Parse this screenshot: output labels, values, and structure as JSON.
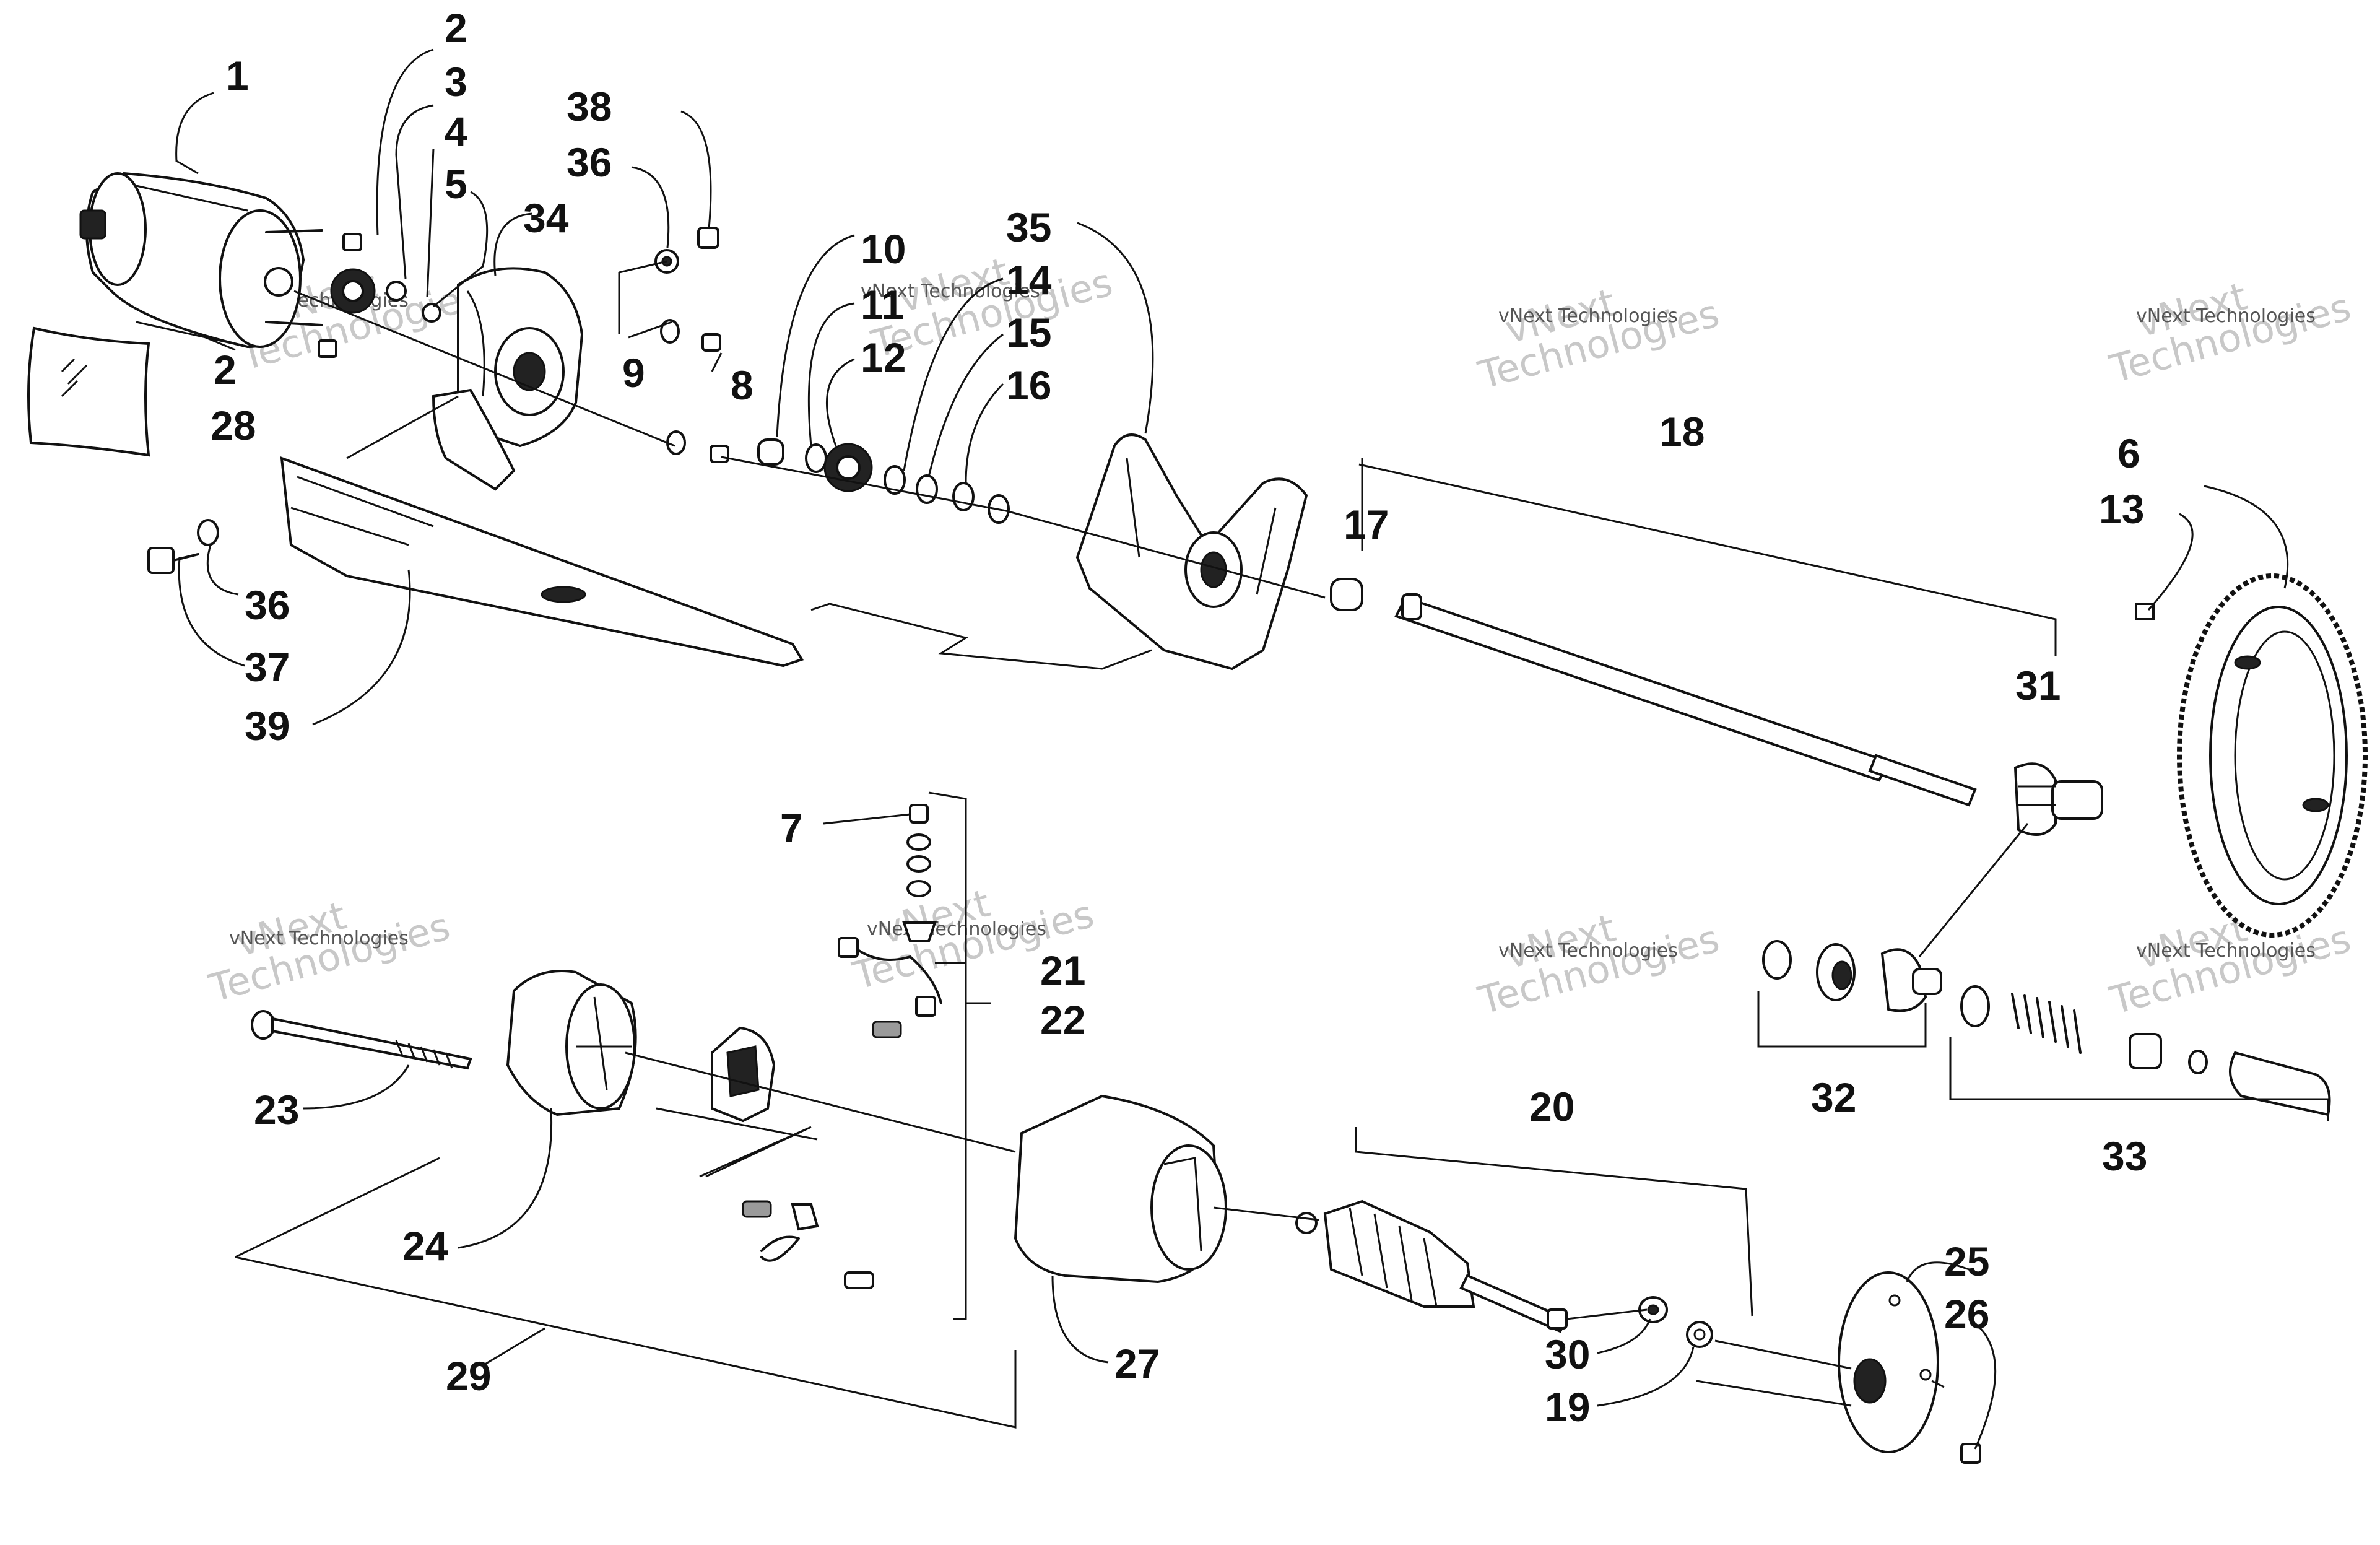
{
  "labels": {
    "n1": "1",
    "n2a": "2",
    "n2b": "2",
    "n3": "3",
    "n4": "4",
    "n5": "5",
    "n6": "6",
    "n7": "7",
    "n8": "8",
    "n9": "9",
    "n10": "10",
    "n11": "11",
    "n12": "12",
    "n13": "13",
    "n14": "14",
    "n15": "15",
    "n16": "16",
    "n17": "17",
    "n18": "18",
    "n19": "19",
    "n20": "20",
    "n21": "21",
    "n22": "22",
    "n23": "23",
    "n24": "24",
    "n25": "25",
    "n26": "26",
    "n27": "27",
    "n28": "28",
    "n29": "29",
    "n30": "30",
    "n31": "31",
    "n32": "32",
    "n33": "33",
    "n34": "34",
    "n35": "35",
    "n36a": "36",
    "n36b": "36",
    "n37": "37",
    "n38": "38",
    "n39": "39"
  },
  "watermark": {
    "line1": "vNext",
    "line2": "Technologies",
    "small": "vNext Technologies"
  }
}
